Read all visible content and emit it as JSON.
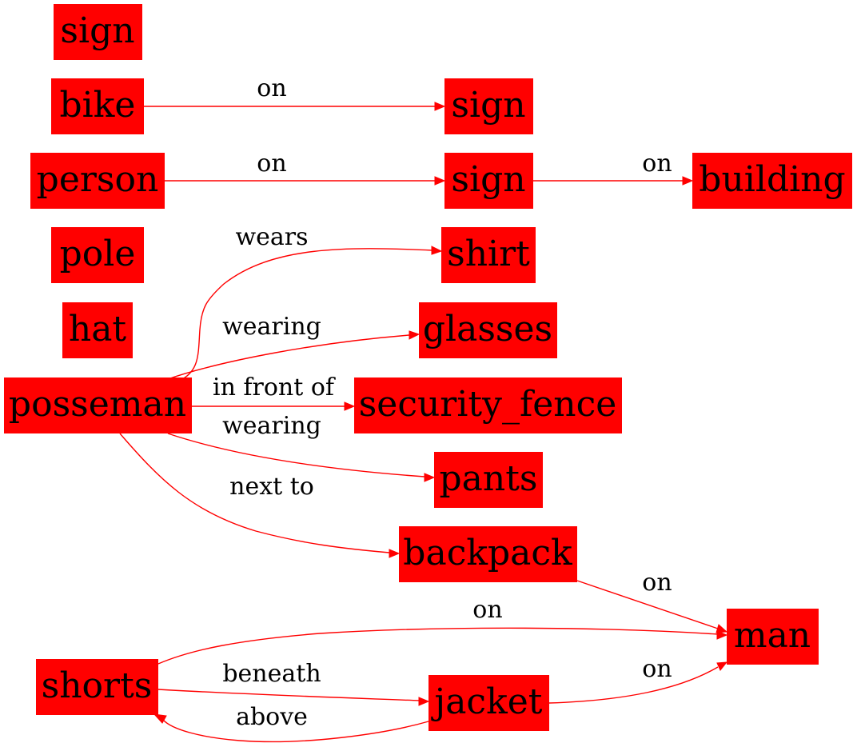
{
  "colors": {
    "node_fill": "#ff0000",
    "edge": "#ff0000",
    "text": "#000000"
  },
  "nodes": {
    "sign_a": "sign",
    "bike": "bike",
    "sign_b": "sign",
    "person": "person",
    "sign_c": "sign",
    "building": "building",
    "pole": "pole",
    "shirt": "shirt",
    "hat": "hat",
    "glasses": "glasses",
    "posseman": "posseman",
    "security_fence": "security_fence",
    "pants": "pants",
    "backpack": "backpack",
    "man": "man",
    "shorts": "shorts",
    "jacket": "jacket"
  },
  "edges": {
    "bike_sign": {
      "from": "bike",
      "to": "sign",
      "label": "on"
    },
    "person_sign": {
      "from": "person",
      "to": "sign",
      "label": "on"
    },
    "sign_building": {
      "from": "sign",
      "to": "building",
      "label": "on"
    },
    "posseman_shirt": {
      "from": "posseman",
      "to": "shirt",
      "label": "wears"
    },
    "posseman_glasses": {
      "from": "posseman",
      "to": "glasses",
      "label": "wearing"
    },
    "posseman_fence": {
      "from": "posseman",
      "to": "security_fence",
      "label": "in front of"
    },
    "posseman_pants": {
      "from": "posseman",
      "to": "pants",
      "label": "wearing"
    },
    "posseman_backpack": {
      "from": "posseman",
      "to": "backpack",
      "label": "next to"
    },
    "backpack_man": {
      "from": "backpack",
      "to": "man",
      "label": "on"
    },
    "shorts_man": {
      "from": "shorts",
      "to": "man",
      "label": "on"
    },
    "shorts_jacket": {
      "from": "shorts",
      "to": "jacket",
      "label": "beneath"
    },
    "jacket_shorts": {
      "from": "jacket",
      "to": "shorts",
      "label": "above"
    },
    "jacket_man": {
      "from": "jacket",
      "to": "man",
      "label": "on"
    }
  }
}
